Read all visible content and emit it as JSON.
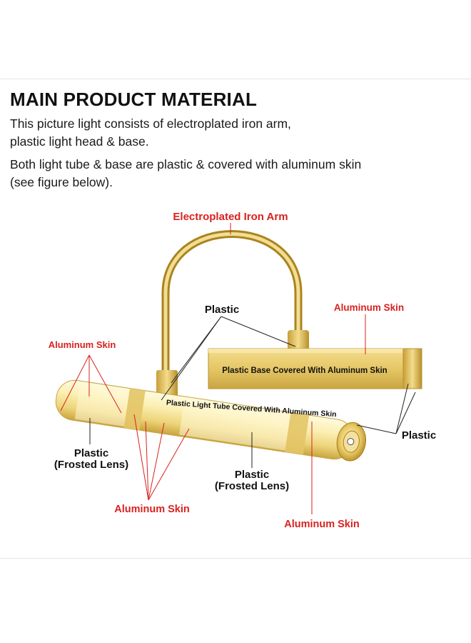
{
  "heading": "MAIN PRODUCT MATERIAL",
  "intro": {
    "line1": "This picture light consists of electroplated iron arm,",
    "line2": "plastic light head & base.",
    "line3": "Both light tube & base are plastic & covered with aluminum skin",
    "line4": "(see figure below)."
  },
  "callouts": {
    "iron_arm": "Electroplated Iron Arm",
    "plastic_top": "Plastic",
    "aluminum_skin_right": "Aluminum Skin",
    "aluminum_skin_left": "Aluminum Skin",
    "base_text": "Plastic Base Covered With Aluminum Skin",
    "tube_text": "Plastic Light Tube Covered With Aluminum Skin",
    "plastic_right": "Plastic",
    "plastic_lens_left_1": "Plastic",
    "plastic_lens_left_2": "(Frosted Lens)",
    "plastic_lens_mid_1": "Plastic",
    "plastic_lens_mid_2": "(Frosted Lens)",
    "aluminum_skin_bottom_left": "Aluminum Skin",
    "aluminum_skin_bottom_right": "Aluminum Skin"
  },
  "colors": {
    "label_red": "#d8221f",
    "label_black": "#111111",
    "gold_light": "#fbf0b8",
    "gold_mid": "#e9cd6a",
    "gold_dark": "#b8932d"
  }
}
